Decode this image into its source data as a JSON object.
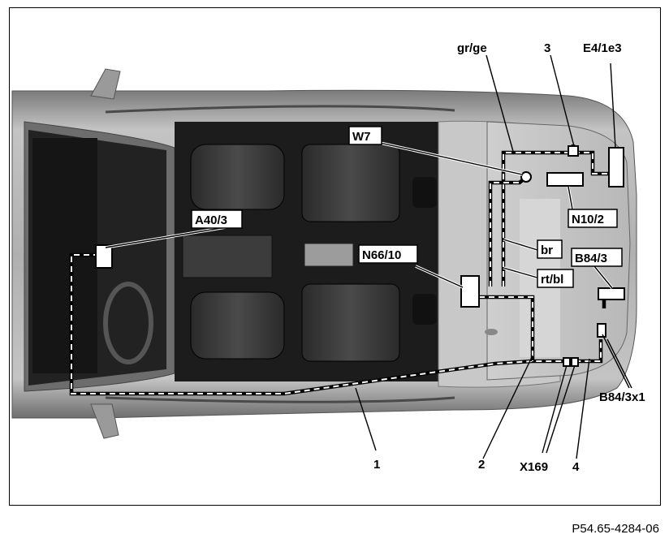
{
  "figure_id": "P54.65-4284-06",
  "labels": {
    "gr_ge": "gr/ge",
    "num3": "3",
    "e4_1e3": "E4/1e3",
    "w7": "W7",
    "n10_2": "N10/2",
    "a40_3": "A40/3",
    "n66_10": "N66/10",
    "br": "br",
    "rt_bl": "rt/bl",
    "b84_3": "B84/3",
    "b84_3x1": "B84/3x1",
    "num1": "1",
    "num2": "2",
    "x169": "X169",
    "num4": "4"
  },
  "colors": {
    "body_light": "#bdbdbd",
    "body_mid": "#8e8e8e",
    "body_dark": "#3a3a3a",
    "interior": "#1f1f1f",
    "trunk": "#d3d3d3"
  }
}
